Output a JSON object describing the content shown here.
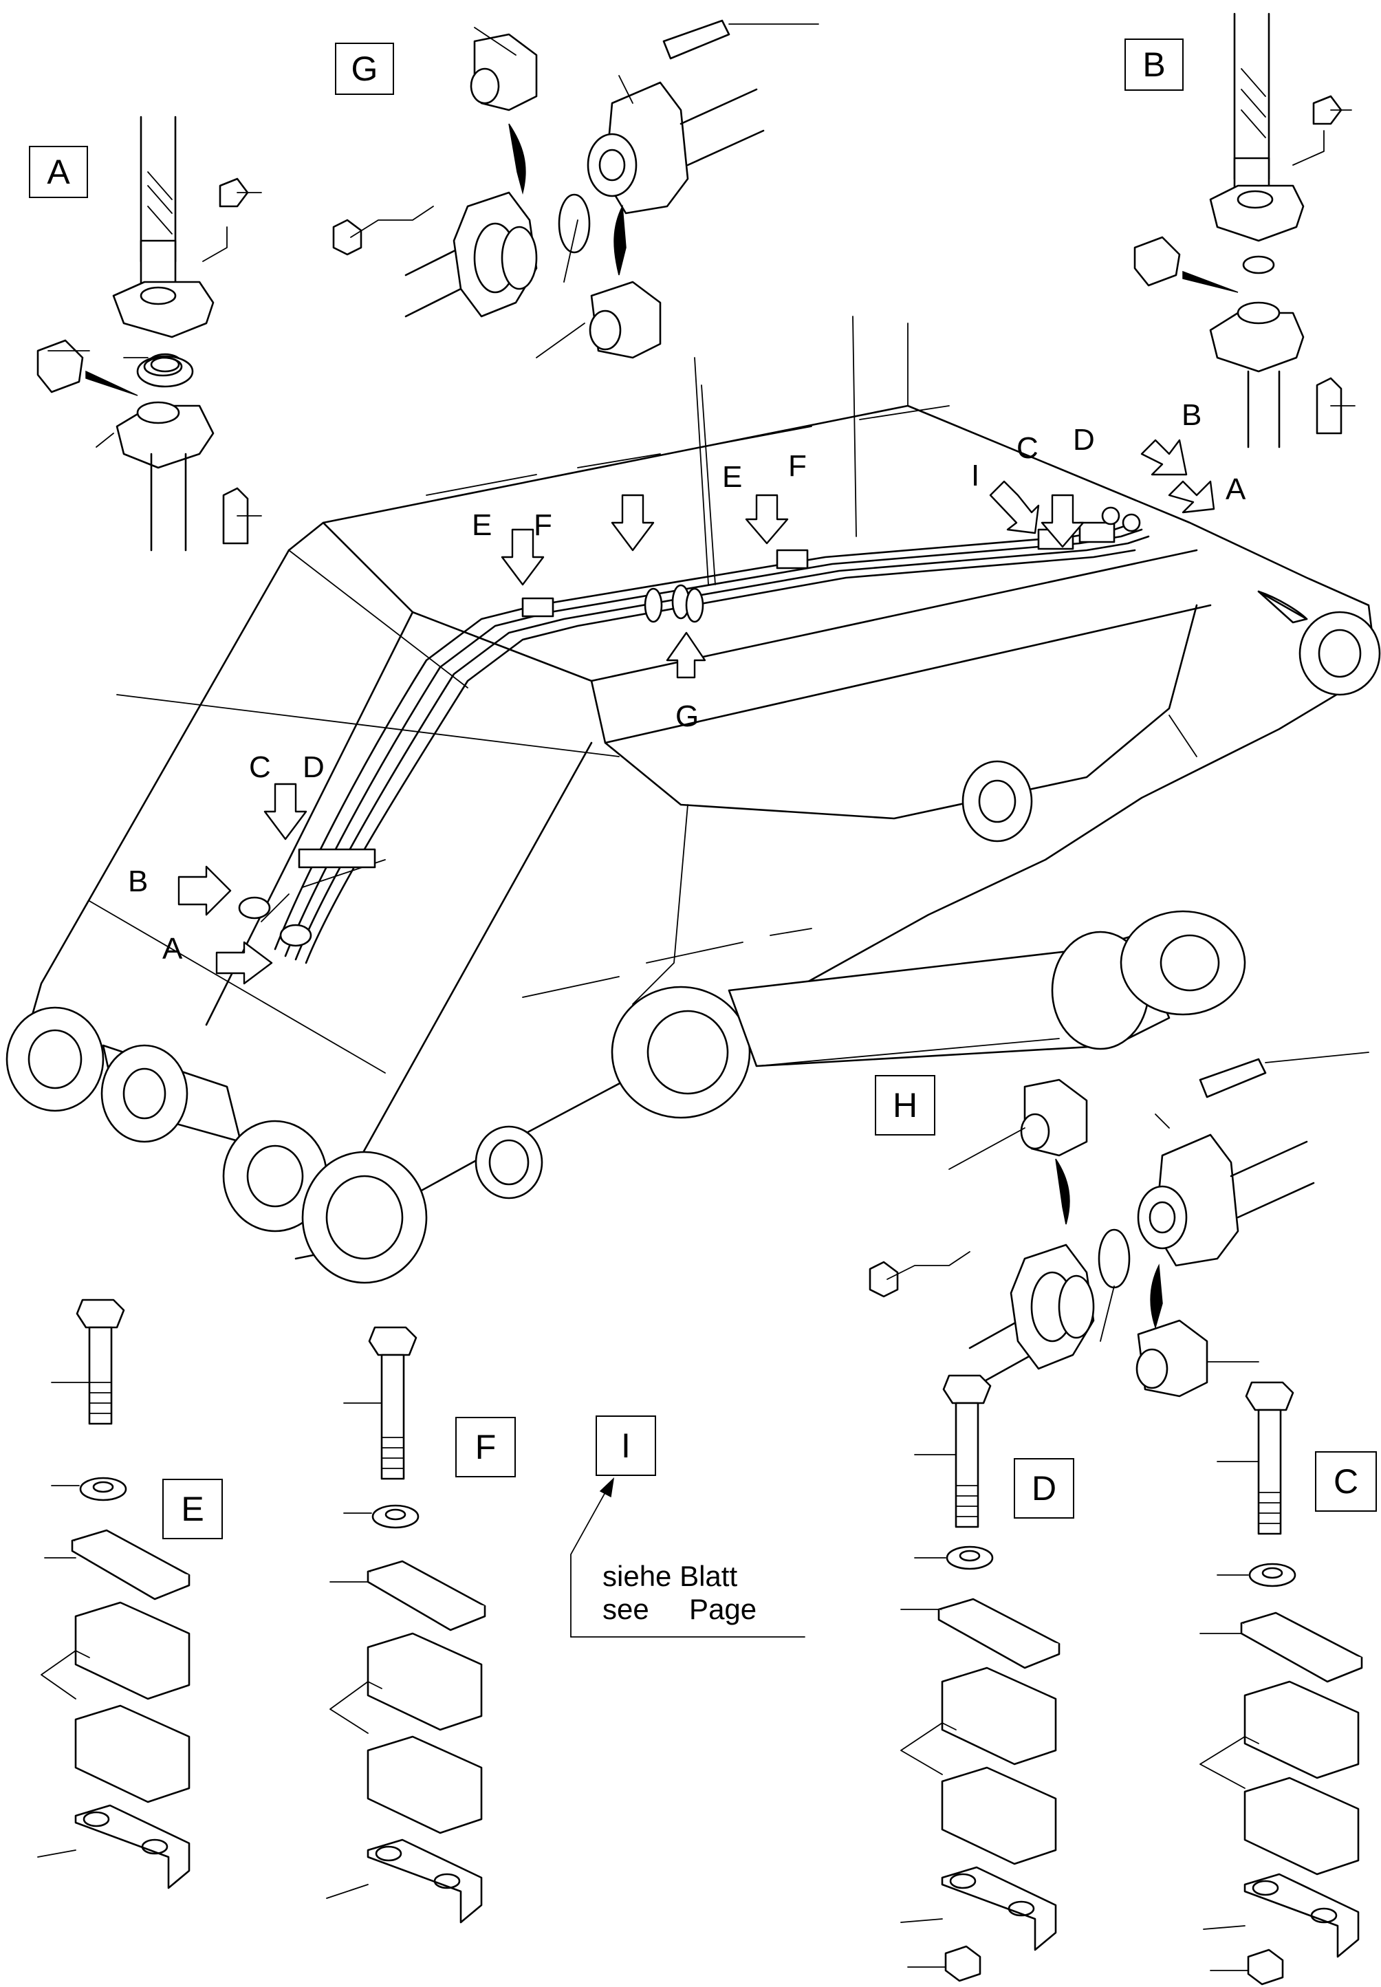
{
  "detail_boxes": {
    "A": "A",
    "B": "B",
    "G": "G",
    "H": "H",
    "E": "E",
    "F": "F",
    "I": "I",
    "D": "D",
    "C": "C"
  },
  "arrow_labels": {
    "top_E": "E",
    "top_F": "F",
    "top2_E": "E",
    "top2_F": "F",
    "right_I": "I",
    "right_C": "C",
    "right_D": "D",
    "right_B": "B",
    "right_A": "A",
    "G": "G",
    "left_C": "C",
    "left_D": "D",
    "left_B": "B",
    "left_A": "A"
  },
  "reference_note": {
    "line1": "siehe Blatt",
    "line2": "see     Page"
  }
}
